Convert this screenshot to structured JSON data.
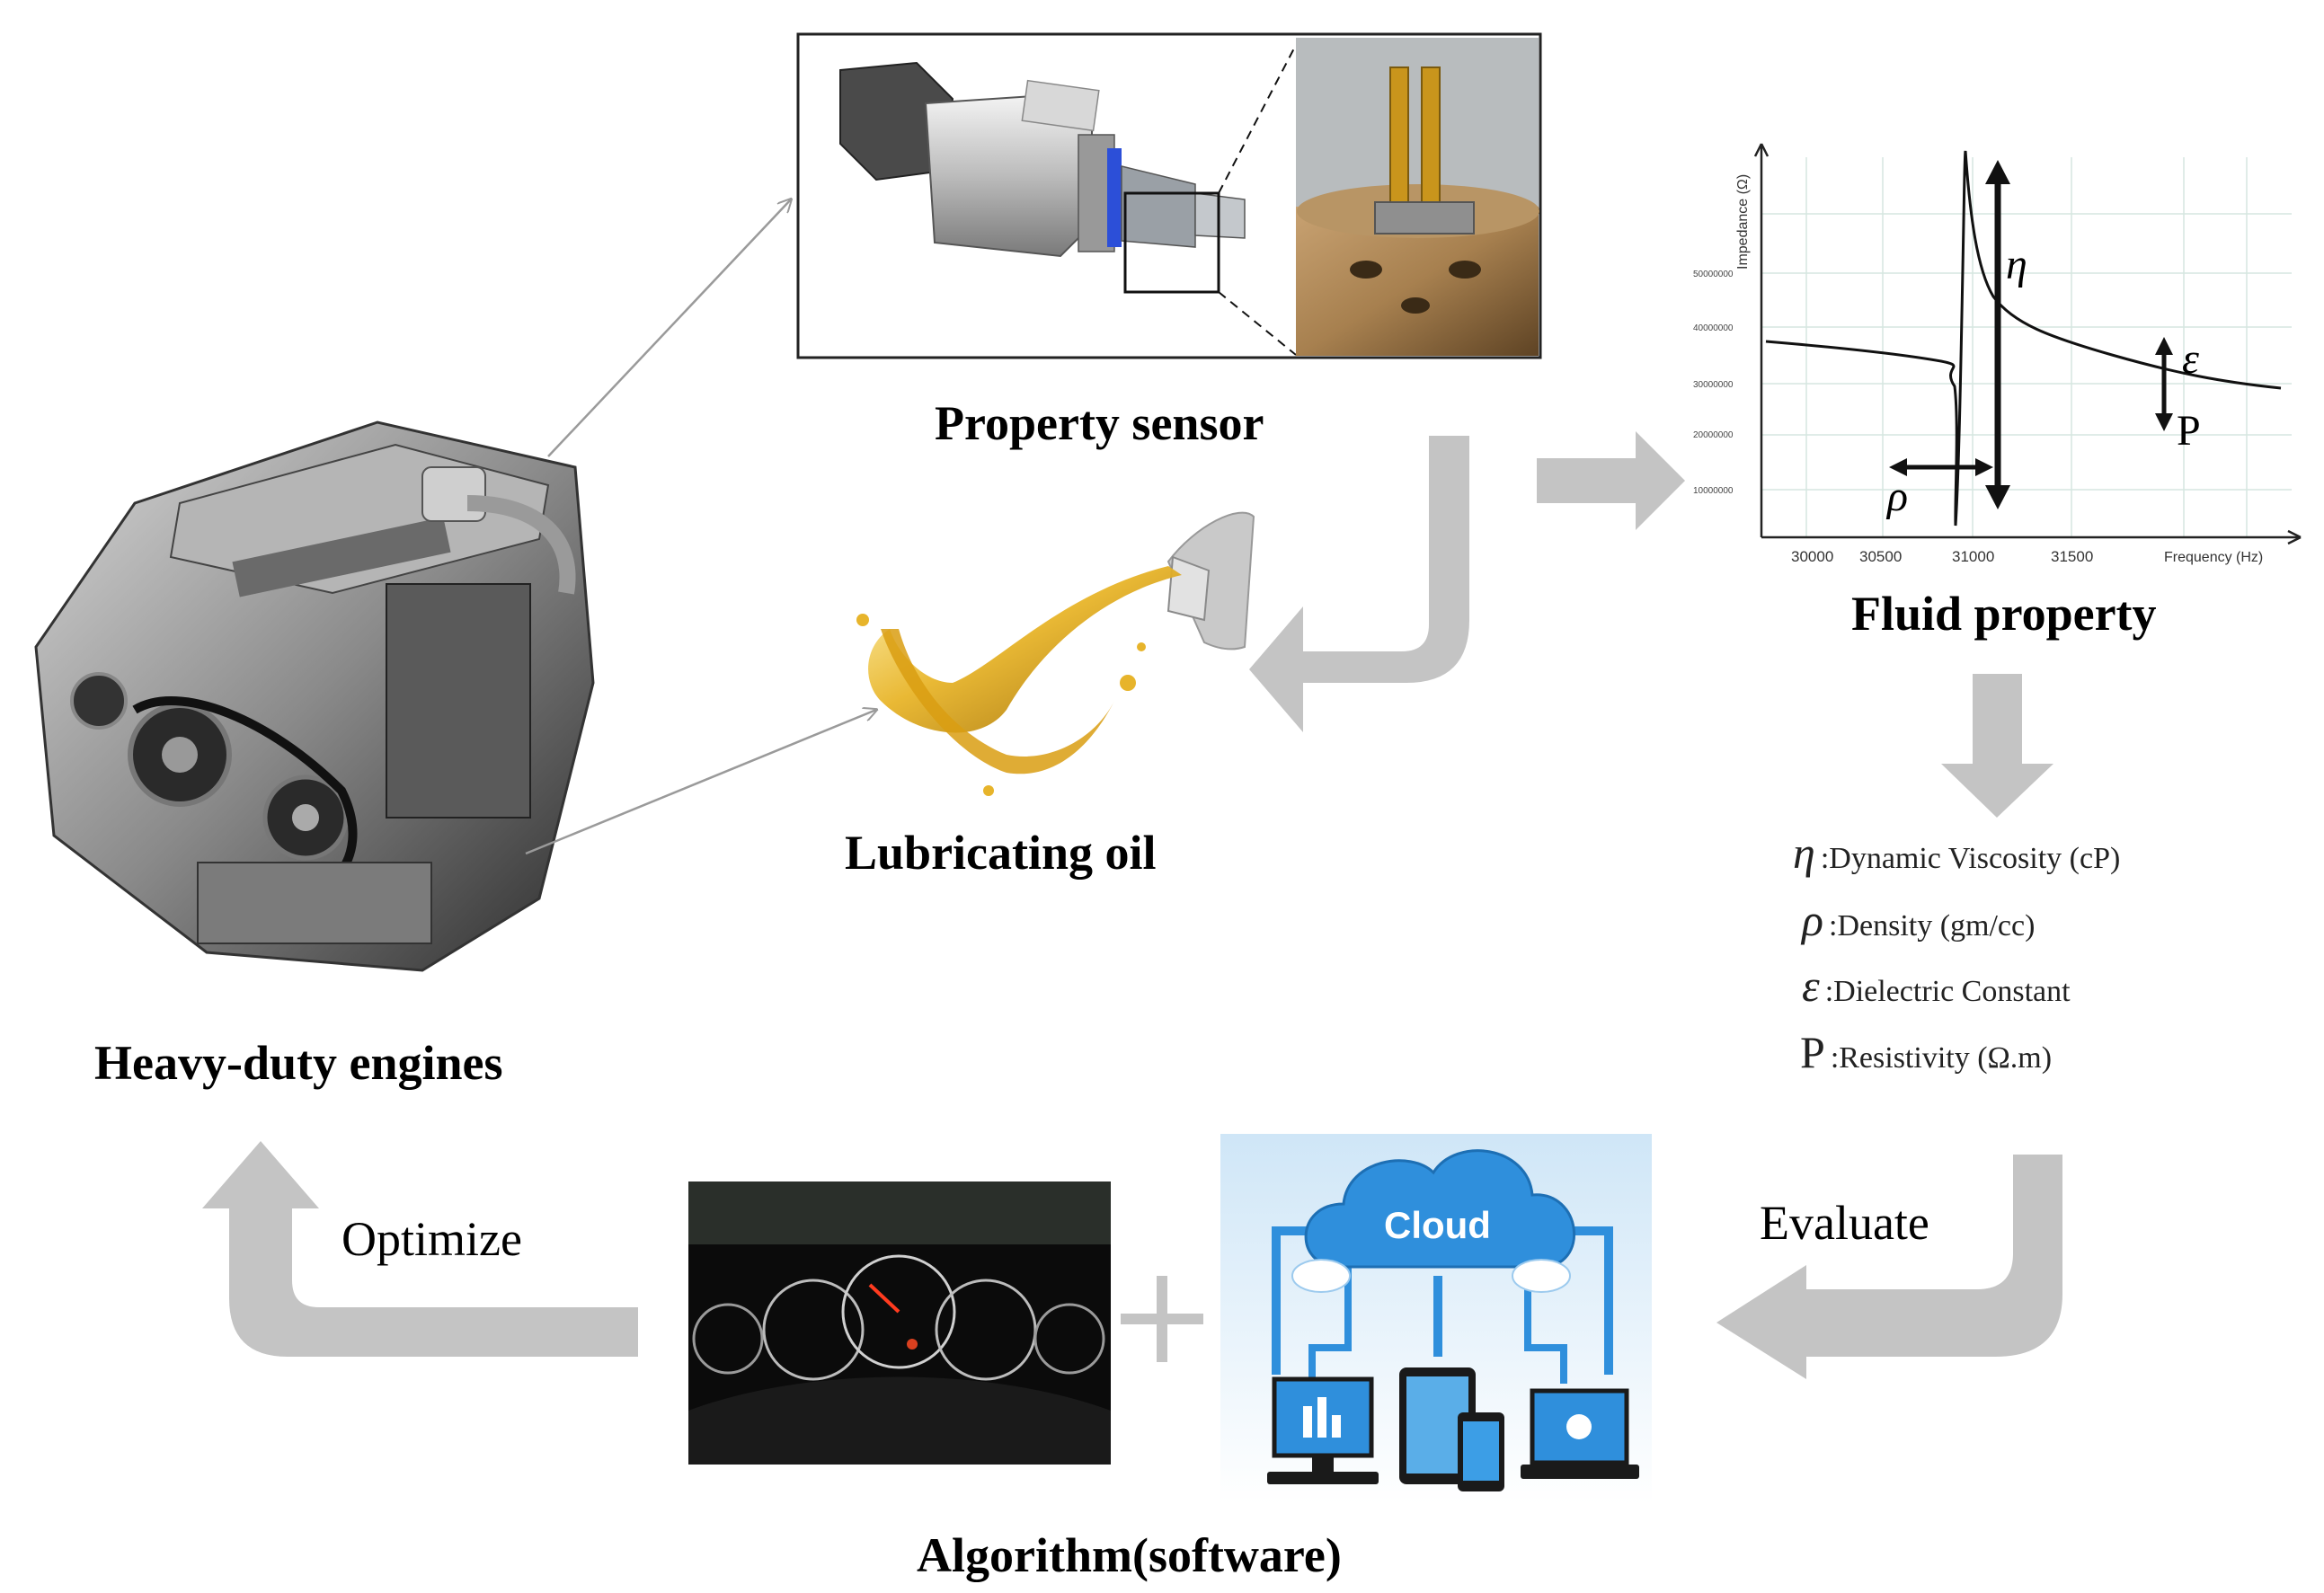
{
  "labels": {
    "property_sensor": "Property sensor",
    "fluid_property": "Fluid property",
    "lubricating_oil": "Lubricating oil",
    "heavy_duty_engines": "Heavy-duty engines",
    "algorithm": "Algorithm(software)",
    "optimize": "Optimize",
    "evaluate": "Evaluate",
    "plus": "+"
  },
  "legend": [
    {
      "symbol": "η",
      "text": ":Dynamic Viscosity (cP)"
    },
    {
      "symbol": "ρ",
      "text": ":Density (gm/cc)"
    },
    {
      "symbol": "ε",
      "text": ":Dielectric Constant"
    },
    {
      "symbol": "P",
      "text": ":Resistivity (Ω.m)"
    }
  ],
  "cloud_label": "Cloud",
  "chart_data": {
    "type": "line",
    "xlabel": "Frequency (Hz)",
    "ylabel": "Impedance (Ω)",
    "x_ticks": [
      "30000",
      "30500",
      "31000",
      "31500"
    ],
    "y_ticks": [
      "10000000",
      "20000000",
      "30000000",
      "40000000",
      "50000000"
    ],
    "annotations": [
      "η",
      "ρ",
      "ε",
      "P"
    ],
    "grid": true
  },
  "colors": {
    "arrow_gray": "#c4c4c4",
    "thin_arrow": "#9a9a9a",
    "cloud_blue": "#2f8fdc",
    "oil_gold": "#e6b02a"
  }
}
